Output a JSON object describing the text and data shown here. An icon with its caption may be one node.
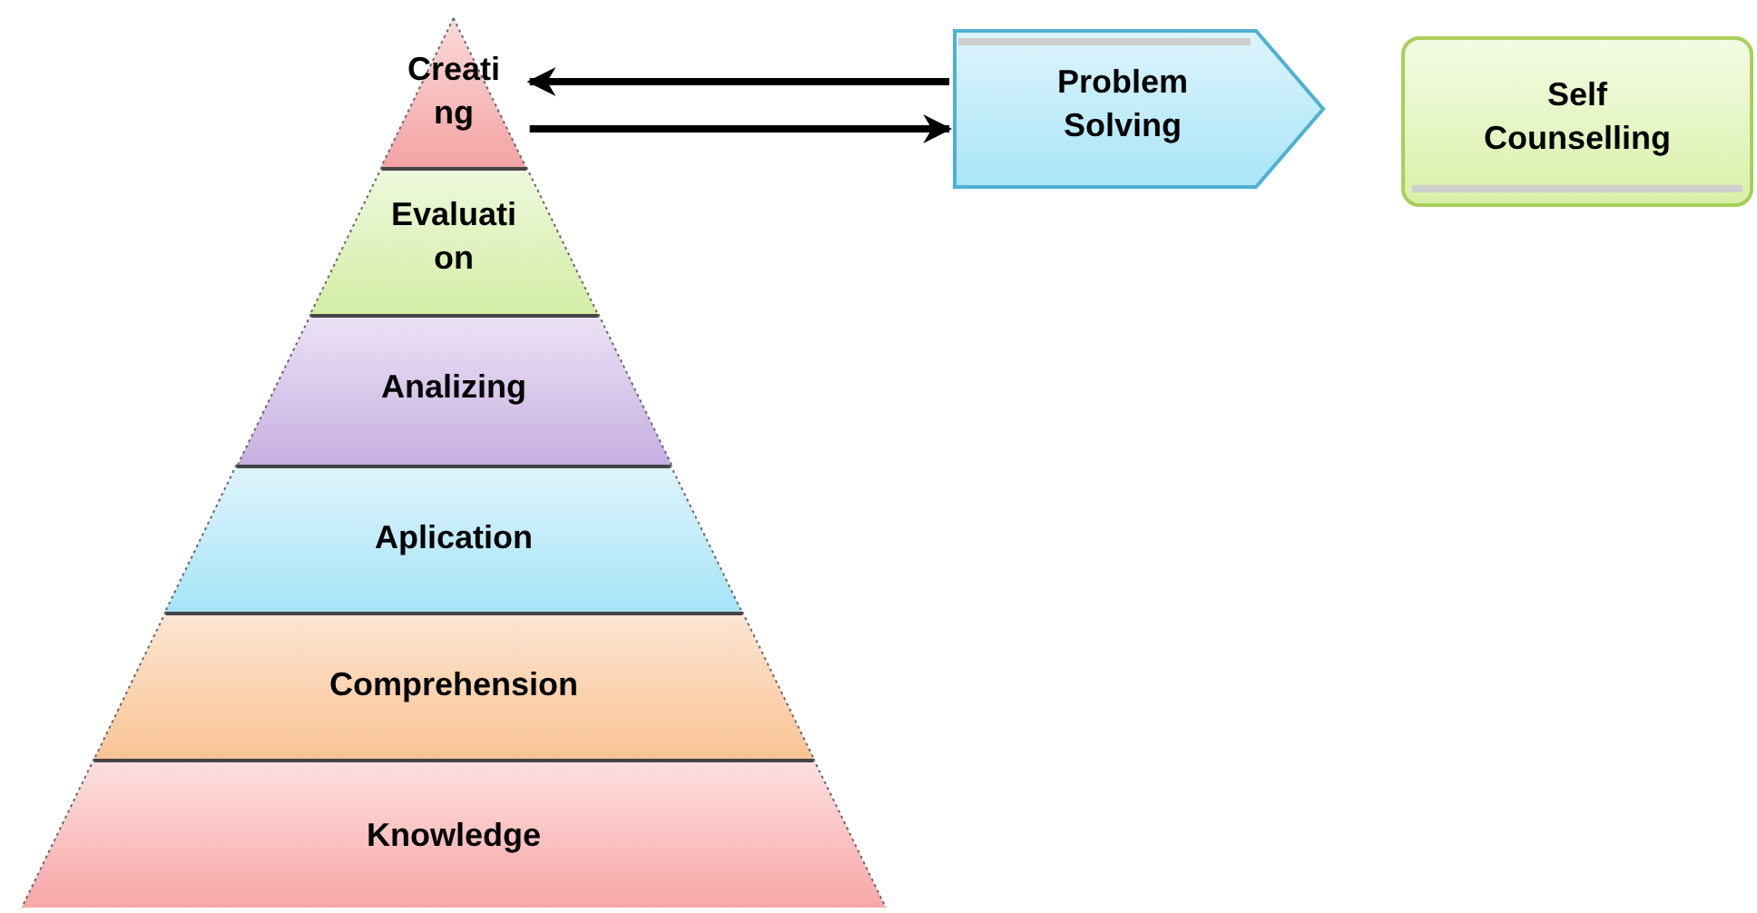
{
  "diagram": {
    "nodes": [
      {
        "text": [
          "Creating"
        ]
      },
      {
        "text": [
          "Evaluation"
        ]
      },
      {
        "text": [
          "Analizing"
        ]
      },
      {
        "text": [
          "Aplication"
        ]
      },
      {
        "text": [
          "Comprehension"
        ]
      },
      {
        "text": [
          "Knowledge"
        ]
      },
      {
        "text": [
          "Problem Solving"
        ]
      },
      {
        "text": [
          "Self Counselling"
        ]
      }
    ],
    "edges": [
      {
        "from": 6,
        "to": 0,
        "arrow": "to"
      },
      {
        "from": 0,
        "to": 6,
        "arrow": "to"
      }
    ]
  }
}
